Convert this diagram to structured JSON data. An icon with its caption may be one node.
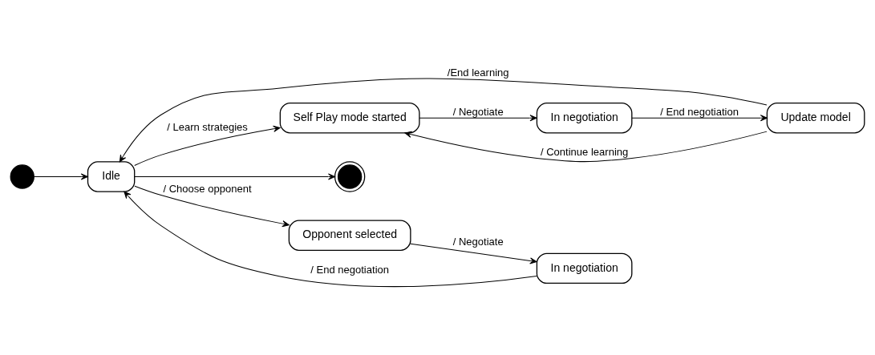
{
  "diagram": {
    "nodes": [
      {
        "text": [],
        "shape": "circle"
      },
      {
        "text": [
          "Self Play mode started"
        ]
      },
      {
        "text": [
          "In negotiation"
        ]
      },
      {
        "text": [
          "Update model"
        ]
      },
      {
        "text": [
          "Idle"
        ]
      },
      {
        "text": [],
        "shape": "circle"
      },
      {
        "text": [
          "Opponent selected"
        ]
      },
      {
        "text": [
          "In negotiation"
        ]
      }
    ],
    "edges": [
      {
        "from": 0,
        "to": 4,
        "arrow": "to"
      },
      {
        "from": 4,
        "to": 5,
        "arrow": "to"
      },
      {
        "from": 4,
        "to": 1,
        "arrow": "to",
        "label": "/ Learn strategies"
      },
      {
        "from": 1,
        "to": 2,
        "arrow": "to",
        "label": "/ Negotiate"
      },
      {
        "from": 2,
        "to": 3,
        "arrow": "to",
        "label": "/ End negotiation"
      },
      {
        "from": 3,
        "to": 1,
        "arrow": "to",
        "label": "/ Continue learning"
      },
      {
        "from": 3,
        "to": 4,
        "arrow": "to",
        "label": "/End learning"
      },
      {
        "from": 7,
        "to": 4,
        "arrow": "to",
        "label": "/ End negotiation"
      },
      {
        "from": 4,
        "to": 6,
        "arrow": "to",
        "label": "/ Choose opponent"
      },
      {
        "from": 6,
        "to": 7,
        "arrow": "to",
        "label": "/ Negotiate"
      }
    ]
  }
}
